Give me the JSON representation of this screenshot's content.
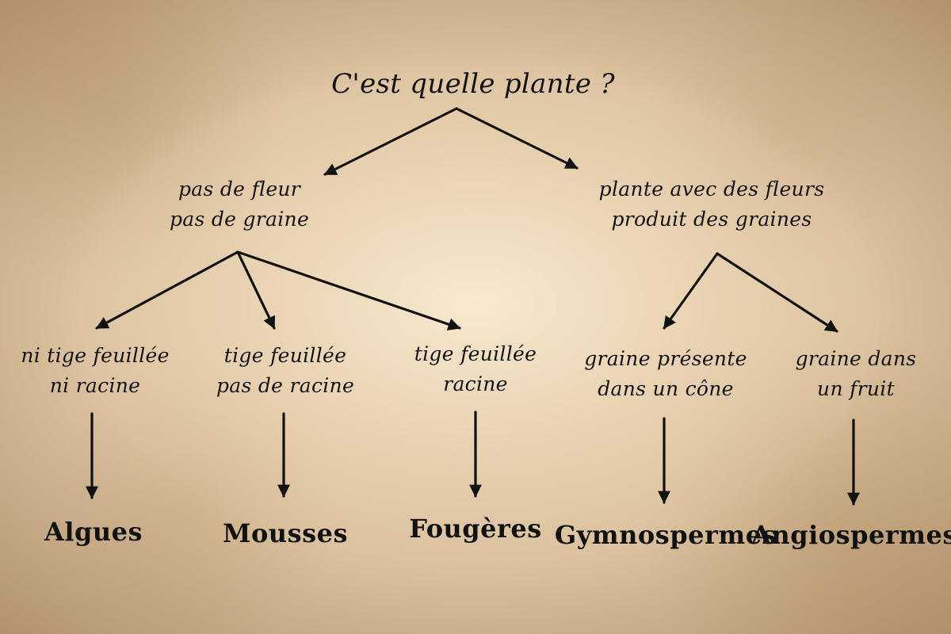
{
  "title": "C'est quelle plante ?",
  "branches": {
    "no_flower": {
      "line1": "pas de fleur",
      "line2": "pas de graine",
      "children": {
        "algae_condition": {
          "line1": "ni tige feuillée",
          "line2": "ni racine"
        },
        "moss_condition": {
          "line1": "tige feuillée",
          "line2": "pas de racine"
        },
        "fern_condition": {
          "line1": "tige feuillée",
          "line2": "racine"
        }
      }
    },
    "flower": {
      "line1": "plante avec des fleurs",
      "line2": "produit des graines",
      "children": {
        "gymno_condition": {
          "line1": "graine présente",
          "line2": "dans un cône"
        },
        "angio_condition": {
          "line1": "graine dans",
          "line2": "un fruit"
        }
      }
    }
  },
  "results": {
    "algues": "Algues",
    "mousses": "Mousses",
    "fougeres": "Fougères",
    "gymnospermes": "Gymnospermes",
    "angiospermes": "Angiospermes"
  },
  "colors": {
    "ink": "#111111",
    "parchment": "#dcc29f"
  }
}
